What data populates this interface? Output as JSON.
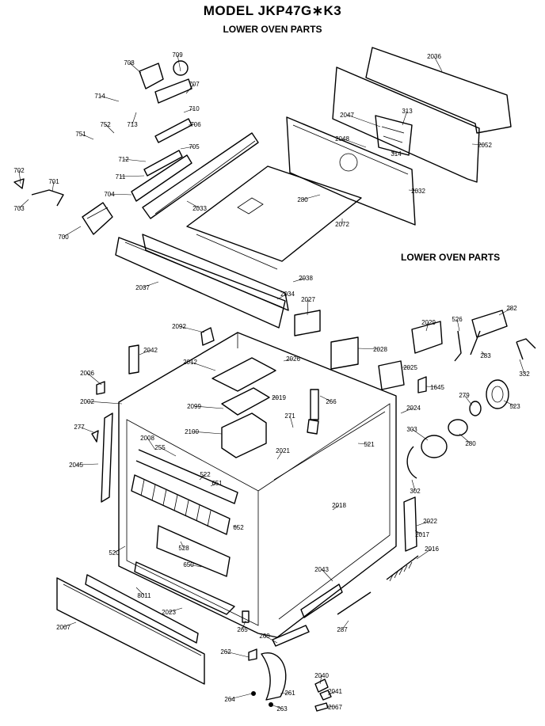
{
  "header": {
    "model_title": "MODEL JKP47G∗K3",
    "subtitle": "LOWER OVEN PARTS"
  },
  "side_label": "LOWER OVEN PARTS",
  "callouts": [
    {
      "label": "708"
    },
    {
      "label": "709"
    },
    {
      "label": "714"
    },
    {
      "label": "707"
    },
    {
      "label": "710"
    },
    {
      "label": "713"
    },
    {
      "label": "706"
    },
    {
      "label": "751"
    },
    {
      "label": "752"
    },
    {
      "label": "712"
    },
    {
      "label": "705"
    },
    {
      "label": "711"
    },
    {
      "label": "702"
    },
    {
      "label": "701"
    },
    {
      "label": "704"
    },
    {
      "label": "703"
    },
    {
      "label": "2033"
    },
    {
      "label": "700"
    },
    {
      "label": "2036"
    },
    {
      "label": "2047"
    },
    {
      "label": "313"
    },
    {
      "label": "2048"
    },
    {
      "label": "314"
    },
    {
      "label": "2052"
    },
    {
      "label": "2032"
    },
    {
      "label": "280"
    },
    {
      "label": "2072"
    },
    {
      "label": "2038"
    },
    {
      "label": "2037"
    },
    {
      "label": "2034"
    },
    {
      "label": "2027"
    },
    {
      "label": "2029"
    },
    {
      "label": "526"
    },
    {
      "label": "282"
    },
    {
      "label": "2092"
    },
    {
      "label": "2042"
    },
    {
      "label": "2028"
    },
    {
      "label": "283"
    },
    {
      "label": "2012"
    },
    {
      "label": "2026"
    },
    {
      "label": "2025"
    },
    {
      "label": "2006"
    },
    {
      "label": "1645"
    },
    {
      "label": "332"
    },
    {
      "label": "2002"
    },
    {
      "label": "2099"
    },
    {
      "label": "2019"
    },
    {
      "label": "266"
    },
    {
      "label": "279"
    },
    {
      "label": "2024"
    },
    {
      "label": "523"
    },
    {
      "label": "271"
    },
    {
      "label": "277"
    },
    {
      "label": "2100"
    },
    {
      "label": "521"
    },
    {
      "label": "303"
    },
    {
      "label": "2008"
    },
    {
      "label": "280"
    },
    {
      "label": "255"
    },
    {
      "label": "2021"
    },
    {
      "label": "2045"
    },
    {
      "label": "522"
    },
    {
      "label": "651"
    },
    {
      "label": "302"
    },
    {
      "label": "2018"
    },
    {
      "label": "652"
    },
    {
      "label": "2022"
    },
    {
      "label": "520"
    },
    {
      "label": "528"
    },
    {
      "label": "2017"
    },
    {
      "label": "2016"
    },
    {
      "label": "650"
    },
    {
      "label": "2043"
    },
    {
      "label": "8011"
    },
    {
      "label": "2023"
    },
    {
      "label": "2007"
    },
    {
      "label": "265"
    },
    {
      "label": "287"
    },
    {
      "label": "260"
    },
    {
      "label": "262"
    },
    {
      "label": "2040"
    },
    {
      "label": "261"
    },
    {
      "label": "2041"
    },
    {
      "label": "264"
    },
    {
      "label": "263"
    },
    {
      "label": "2067"
    }
  ]
}
